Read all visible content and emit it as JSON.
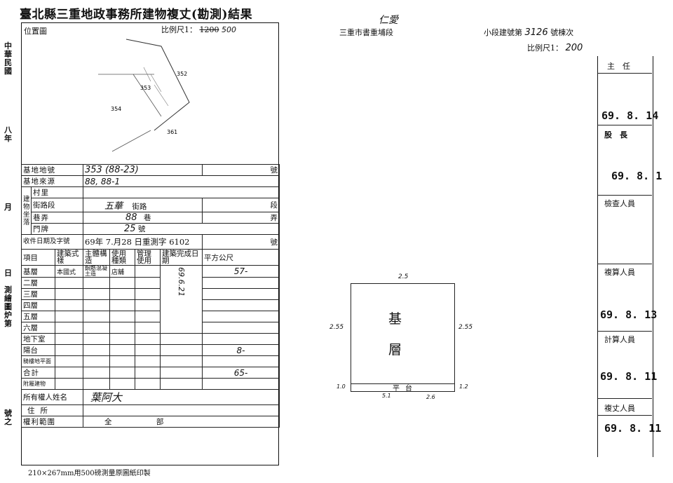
{
  "title": "臺北縣三重地政事務所建物複丈(勘測)結果",
  "side_text": {
    "a": "中華民國",
    "b": "八年",
    "c": "月",
    "d": "日",
    "e": "測繪圖炉第",
    "f": "號之"
  },
  "map": {
    "header": "位置圖",
    "scale_label": "比例尺1：",
    "scale_old": "1200",
    "scale_new": "500",
    "lot_labels": [
      "352",
      "353",
      "354",
      "361"
    ]
  },
  "form": {
    "rows": [
      {
        "label": "基地地號",
        "value": "353 (88-23)",
        "suffix": "號"
      },
      {
        "label": "基地來源",
        "value": "88, 88-1",
        "suffix": ""
      }
    ],
    "addr": {
      "group": "建物坐落",
      "village_label": "村里",
      "road_label": "街路段",
      "road_value": "五華",
      "road_unit": "街路",
      "road_suffix": "段",
      "lane_label": "巷弄",
      "lane_value": "88",
      "lane_unit": "巷",
      "lane_suffix": "弄",
      "no_label": "門牌",
      "no_value": "25",
      "no_unit": "號"
    },
    "receipt": {
      "label": "收件日期及字號",
      "value": "69年 7.月28  日重測字 6102",
      "suffix": "號"
    },
    "header": {
      "item": "項目",
      "style": "建築式樣",
      "structure": "主體構造",
      "use": "使用種類",
      "mgmt": "管理使用",
      "complete": "建築完成日期",
      "area": "平方公尺"
    },
    "floors": [
      {
        "name": "基層",
        "style": "本國式",
        "structure": "鋼筋混凝土造",
        "use": "店舖",
        "area": "57-"
      },
      {
        "name": "二層",
        "area": ""
      },
      {
        "name": "三層",
        "area": ""
      },
      {
        "name": "四層",
        "area": ""
      },
      {
        "name": "五層",
        "area": ""
      },
      {
        "name": "六層",
        "area": ""
      },
      {
        "name": "地下室",
        "area": ""
      },
      {
        "name": "陽台",
        "area": "8-"
      },
      {
        "name": "騎樓地平面",
        "area": ""
      },
      {
        "name": "合計",
        "area": "65-"
      },
      {
        "name": "附屬建物",
        "area": ""
      }
    ],
    "complete_date": "69.6.21",
    "owner": {
      "label": "所有權人姓名",
      "value": "葉阿大"
    },
    "residence": {
      "label": "住所",
      "value": ""
    },
    "rights": {
      "label": "權利範圍",
      "value1": "全",
      "value2": "部"
    }
  },
  "footer": "210×267mm用500磅測量原圖紙印製",
  "plan": {
    "district": "三重市",
    "section_handwritten": "仁愛",
    "section_label": "三重市書重埔段",
    "bldg_label": "小段建號第",
    "bldg_no": "3126",
    "bldg_suffix": "號棟次",
    "scale_label": "比例尺1：",
    "scale_value": "200",
    "top_dim": "2.5",
    "left_dim": "2.55",
    "right_dim": "2.55",
    "floor_text1": "基",
    "floor_text2": "層",
    "balcony_text": "平台",
    "bottom_left": "1.0",
    "bottom_mid": "5.1",
    "bottom_right": "2.6",
    "bottom_far": "1.2"
  },
  "approvals": {
    "chief": "主　任",
    "chief_date": "69. 8. 14",
    "section_chief": "股　長",
    "section_date": "69. 8. 1",
    "inspector": "檢查人員",
    "reviewer": "複算人員",
    "reviewer_date": "69. 8. 13",
    "calculator": "計算人員",
    "calculator_date": "69. 8. 11",
    "surveyor": "複丈人員",
    "surveyor_date": "69. 8. 11"
  }
}
